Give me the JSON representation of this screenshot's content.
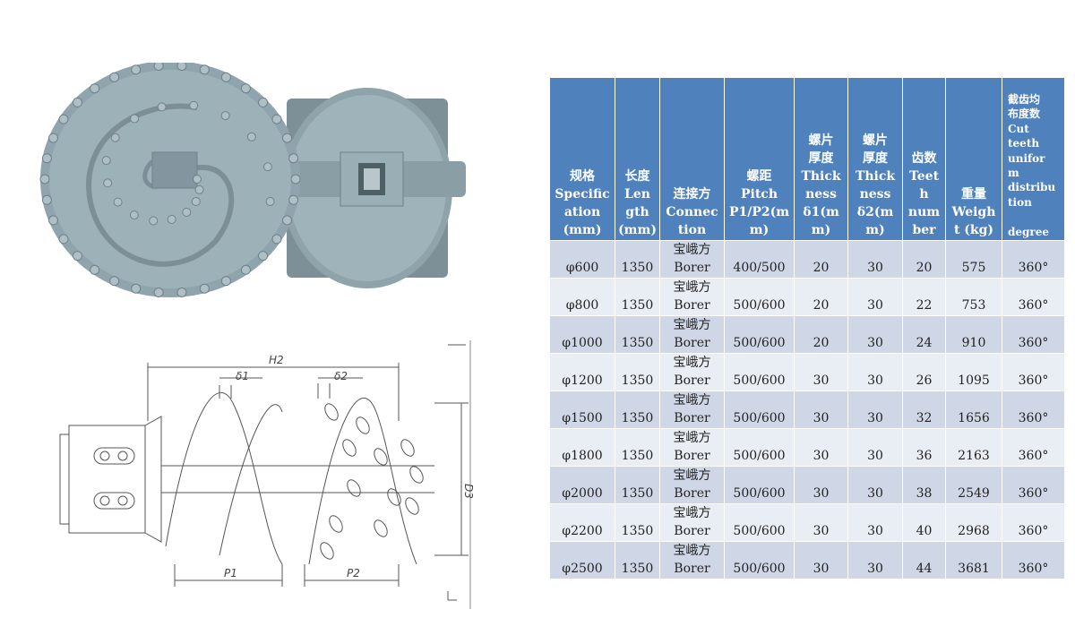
{
  "drawing": {
    "labels": {
      "h2": "H2",
      "d1": "δ1",
      "d2": "δ2",
      "d3": "D3",
      "p1": "P1",
      "p2": "P2"
    }
  },
  "table": {
    "headers": [
      "规格\nSpecific\nation\n(mm)",
      "长度\nLen\ngth\n(mm)",
      "连接方\nConnec\ntion",
      "螺距\nPitch\nP1/P2(m\nm)",
      "螺片\n厚度\nThick\nness\nδ1(m\nm)",
      "螺片\n厚度\nThick\nness\nδ2(m\nm)",
      "齿数\nTeet\nh\nnum\nber",
      "重量\nWeigh\nt (kg)",
      "截齿均\n布度数\nCut\nteeth\nunifor\nm\ndistribu\ntion\n\ndegree"
    ],
    "rows": [
      {
        "spec": "φ600",
        "length": "1350",
        "conn_cn": "宝峨方",
        "conn_en": "Borer",
        "pitch": "400/500",
        "d1": "20",
        "d2": "30",
        "teeth": "20",
        "weight": "575",
        "degree": "360°"
      },
      {
        "spec": "φ800",
        "length": "1350",
        "conn_cn": "宝峨方",
        "conn_en": "Borer",
        "pitch": "500/600",
        "d1": "20",
        "d2": "30",
        "teeth": "22",
        "weight": "753",
        "degree": "360°"
      },
      {
        "spec": "φ1000",
        "length": "1350",
        "conn_cn": "宝峨方",
        "conn_en": "Borer",
        "pitch": "500/600",
        "d1": "20",
        "d2": "30",
        "teeth": "24",
        "weight": "910",
        "degree": "360°"
      },
      {
        "spec": "φ1200",
        "length": "1350",
        "conn_cn": "宝峨方",
        "conn_en": "Borer",
        "pitch": "500/600",
        "d1": "30",
        "d2": "30",
        "teeth": "26",
        "weight": "1095",
        "degree": "360°"
      },
      {
        "spec": "φ1500",
        "length": "1350",
        "conn_cn": "宝峨方",
        "conn_en": "Borer",
        "pitch": "500/600",
        "d1": "30",
        "d2": "30",
        "teeth": "32",
        "weight": "1656",
        "degree": "360°"
      },
      {
        "spec": "φ1800",
        "length": "1350",
        "conn_cn": "宝峨方",
        "conn_en": "Borer",
        "pitch": "500/600",
        "d1": "30",
        "d2": "30",
        "teeth": "36",
        "weight": "2163",
        "degree": "360°"
      },
      {
        "spec": "φ2000",
        "length": "1350",
        "conn_cn": "宝峨方",
        "conn_en": "Borer",
        "pitch": "500/600",
        "d1": "30",
        "d2": "30",
        "teeth": "38",
        "weight": "2549",
        "degree": "360°"
      },
      {
        "spec": "φ2200",
        "length": "1350",
        "conn_cn": "宝峨方",
        "conn_en": "Borer",
        "pitch": "500/600",
        "d1": "30",
        "d2": "30",
        "teeth": "40",
        "weight": "2968",
        "degree": "360°"
      },
      {
        "spec": "φ2500",
        "length": "1350",
        "conn_cn": "宝峨方",
        "conn_en": "Borer",
        "pitch": "500/600",
        "d1": "30",
        "d2": "30",
        "teeth": "44",
        "weight": "3681",
        "degree": "360°"
      }
    ]
  }
}
